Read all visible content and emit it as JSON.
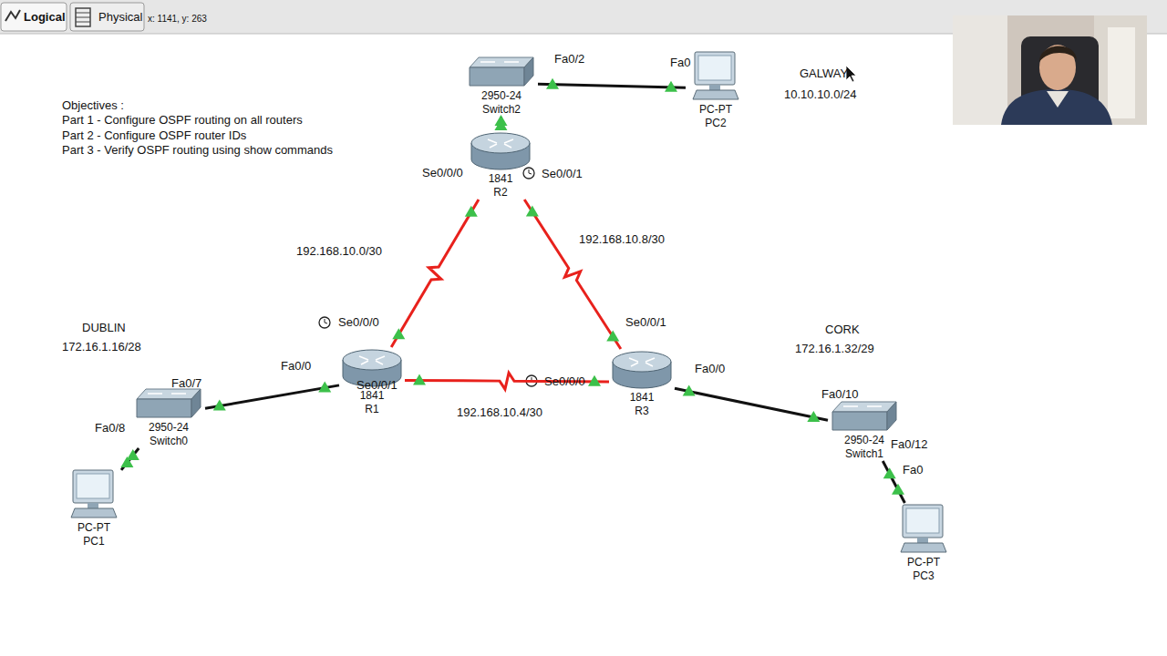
{
  "diagram": {
    "nodes": [
      {
        "text": [
          "2950-24",
          "Switch2"
        ]
      },
      {
        "text": [
          "PC-PT",
          "PC2"
        ]
      },
      {
        "text": [
          "1841",
          "R2"
        ]
      },
      {
        "text": [
          "1841",
          "R1"
        ]
      },
      {
        "text": [
          "1841",
          "R3"
        ]
      },
      {
        "text": [
          "2950-24",
          "Switch0"
        ]
      },
      {
        "text": [
          "2950-24",
          "Switch1"
        ]
      },
      {
        "text": [
          "PC-PT",
          "PC1"
        ]
      },
      {
        "text": [
          "PC-PT",
          "PC3"
        ]
      }
    ],
    "edges": [
      {
        "from": 0,
        "to": 1,
        "arrow": "none"
      },
      {
        "from": 0,
        "to": 2,
        "arrow": "none"
      },
      {
        "from": 2,
        "to": 3,
        "arrow": "none",
        "label": "192.168.10.0/30"
      },
      {
        "from": 2,
        "to": 4,
        "arrow": "none",
        "label": "192.168.10.8/30"
      },
      {
        "from": 3,
        "to": 4,
        "arrow": "none",
        "label": "192.168.10.4/30"
      },
      {
        "from": 3,
        "to": 5,
        "arrow": "none"
      },
      {
        "from": 5,
        "to": 7,
        "arrow": "none"
      },
      {
        "from": 4,
        "to": 6,
        "arrow": "none"
      },
      {
        "from": 6,
        "to": 8,
        "arrow": "none"
      }
    ],
    "labels": [
      "Logical",
      "Physical",
      "x: 1141, y: 263",
      "Objectives :",
      "Part 1 - Configure OSPF routing on all routers",
      "Part 2 - Configure OSPF router IDs",
      "Part 3 - Verify OSPF routing using show commands",
      "GALWAY",
      "10.10.10.0/24",
      "DUBLIN",
      "172.16.1.16/28",
      "CORK",
      "172.16.1.32/29",
      "Fa0/2",
      "Fa0",
      "Se0/0/0",
      "Se0/0/1",
      "Se0/0/0",
      "Fa0/0",
      "Se0/0/1",
      "Se0/0/0",
      "Se0/0/1",
      "Fa0/0",
      "Fa0/7",
      "Fa0/8",
      "Fa0/10",
      "Fa0/12",
      "Fa0"
    ]
  }
}
